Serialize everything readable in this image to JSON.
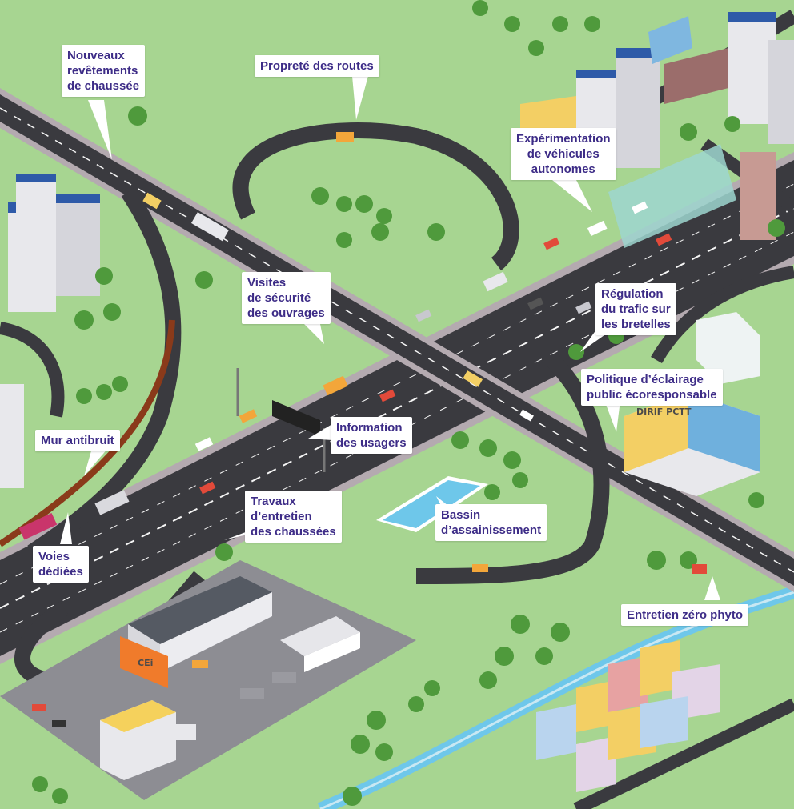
{
  "callouts": {
    "nouveaux_revetements": "Nouveaux\nrevêtements\nde chaussée",
    "proprete_routes": "Propreté des routes",
    "experimentation": "Expérimentation\nde véhicules\nautonomes",
    "visites_securite": "Visites\nde sécurité\ndes ouvrages",
    "regulation_trafic": "Régulation\ndu trafic sur\nles bretelles",
    "politique_eclairage": "Politique d’éclairage\npublic écoresponsable",
    "information_usagers": "Information\ndes usagers",
    "mur_antibruit": "Mur antibruit",
    "travaux_entretien": "Travaux\nd’entretien\ndes chaussées",
    "bassin": "Bassin\nd’assainissement",
    "voies_dediees": "Voies\ndédiées",
    "entretien_zero_phyto": "Entretien zéro phyto"
  },
  "building_signs": {
    "cei": "CEi",
    "pcti": "DIRIF PCTT"
  },
  "colors": {
    "grass": "#a7d591",
    "road": "#3a3a3f",
    "road_edge": "#b4aab0",
    "callout_text": "#3d2c87",
    "water": "#6ec7ea",
    "building_wall": "#e8e8ec",
    "solar": "#2e5aa8",
    "depot_orange": "#f07b2b",
    "noise_wall": "#8a3a1a",
    "tree": "#4f9a3c"
  }
}
